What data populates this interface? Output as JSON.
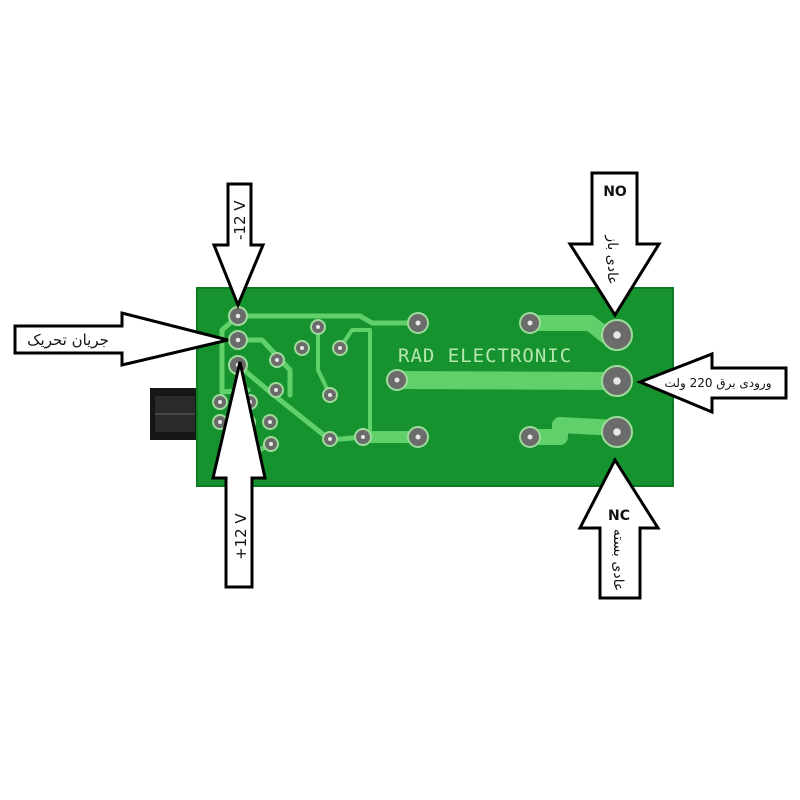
{
  "board": {
    "silkscreen": "RAD ELECTRONIC",
    "colors": {
      "pcb": "#16922e",
      "trace": "#5fd06a",
      "pad": "#6b6b6b",
      "connector": "#161616"
    }
  },
  "labels": {
    "minus_12v": "-12 V",
    "plus_12v": "+12 V",
    "trigger": "جریان تحریک",
    "no_code": "NO",
    "no_text": "عادی باز",
    "nc_code": "NC",
    "nc_text": "عادی بسته",
    "input_220": "ورودی برق 220 ولت"
  }
}
